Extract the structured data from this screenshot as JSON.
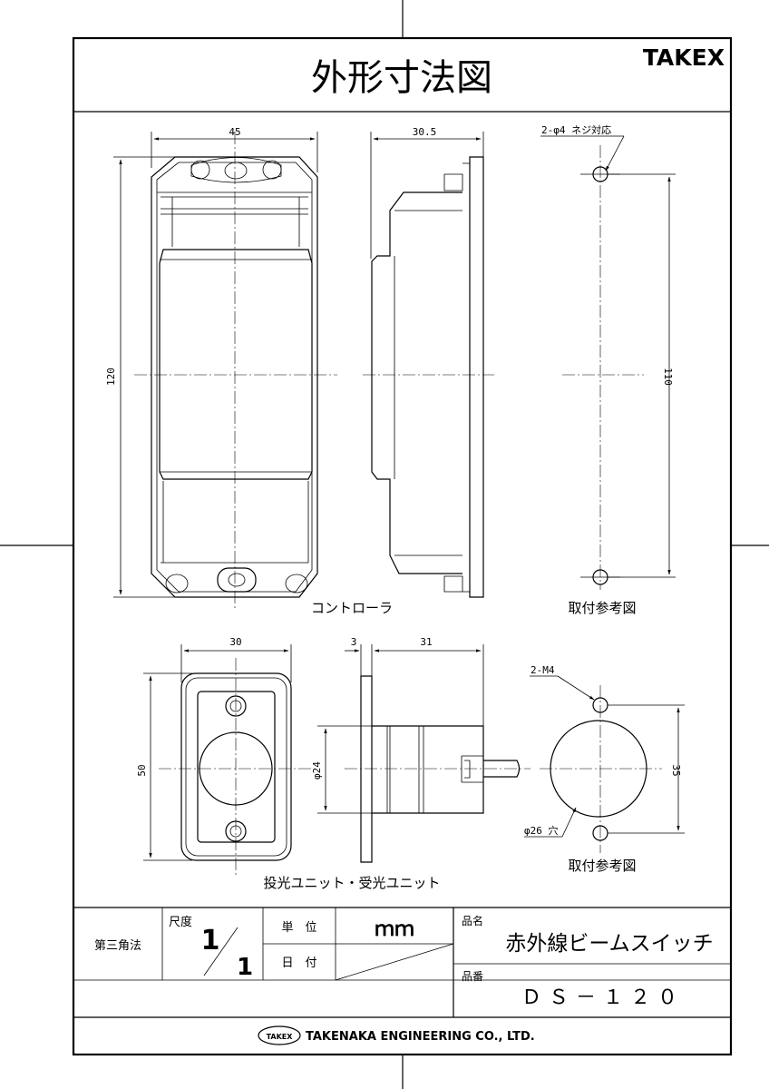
{
  "title": "外形寸法図",
  "brand": "TAKEX",
  "controller": {
    "dims": {
      "width": "45",
      "height": "120",
      "depth": "30.5"
    },
    "caption": "コントローラ"
  },
  "mount_controller": {
    "hole_note": "2-φ4 ネジ対応",
    "pitch": "110",
    "caption": "取付参考図"
  },
  "unit": {
    "dims": {
      "width": "30",
      "height": "50",
      "flange": "3",
      "depth": "31",
      "diameter": "φ24"
    },
    "caption": "投光ユニット・受光ユニット"
  },
  "mount_unit": {
    "hole_note": "2-M4",
    "hole_dia": "φ26 穴",
    "pitch": "35",
    "caption": "取付参考図"
  },
  "title_block": {
    "projection": "第三角法",
    "scale_label": "尺度",
    "scale_num": "1",
    "scale_den": "1",
    "unit_label": "単　位",
    "unit_value": "ｍｍ",
    "date_label": "日　付",
    "name_label": "品名",
    "name_value": "赤外線ビームスイッチ",
    "number_label": "品番",
    "number_value": "ＤＳ－１２０",
    "company_logo": "TAKEX",
    "company": "TAKENAKA ENGINEERING CO., LTD."
  }
}
